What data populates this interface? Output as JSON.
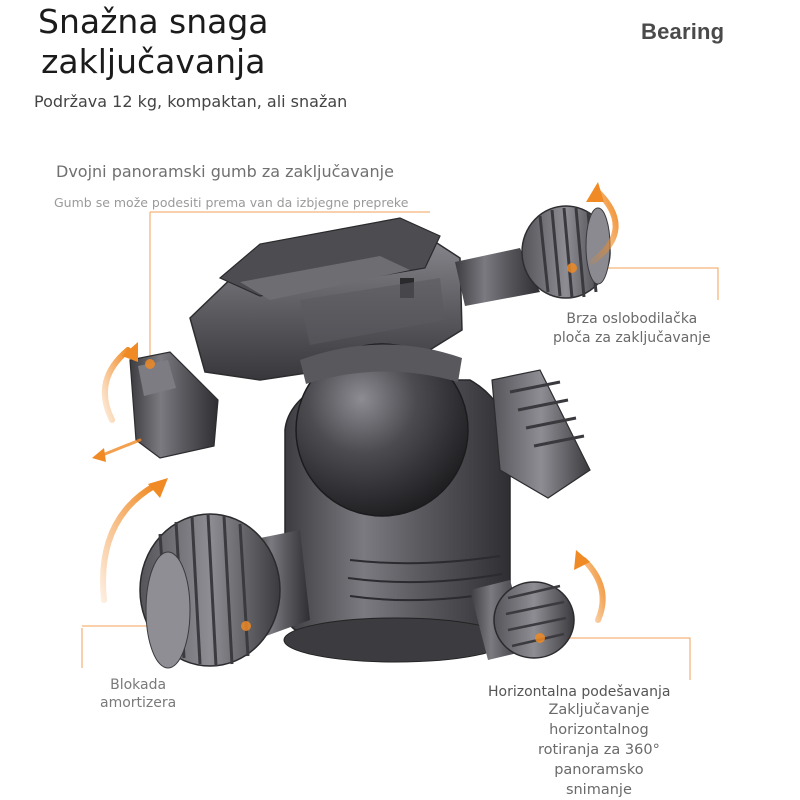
{
  "header": {
    "title_lines": [
      "Snažna snaga",
      "zaključavanja"
    ],
    "subtitle": "Podržava 12 kg, kompaktan, ali snažan",
    "brand": "Bearing"
  },
  "callouts": {
    "panoramic": {
      "title": "Dvojni panoramski gumb za zaključavanje",
      "description": "Gumb se može podesiti prema van da izbjegne prepreke"
    },
    "quick_release": {
      "lines": [
        "Brza oslobodilačka",
        "ploča za zaključavanje"
      ]
    },
    "damping": {
      "lines": [
        "Blokada",
        "amortizera"
      ]
    },
    "horizontal": {
      "title": "Horizontalna podešavanja",
      "lines": [
        "Zaključavanje",
        "horizontalnog",
        "rotiranja za 360°",
        "panoramsko",
        "snimanje"
      ]
    }
  },
  "colors": {
    "accent": "#f08a24",
    "metal_dark": "#4a4a4e",
    "metal_mid": "#6c6c70",
    "metal_light": "#9a9aa0",
    "leader_line": "#f3a25a"
  },
  "icons": [
    "orange-rotation-arrow",
    "orange-callout-dot"
  ]
}
